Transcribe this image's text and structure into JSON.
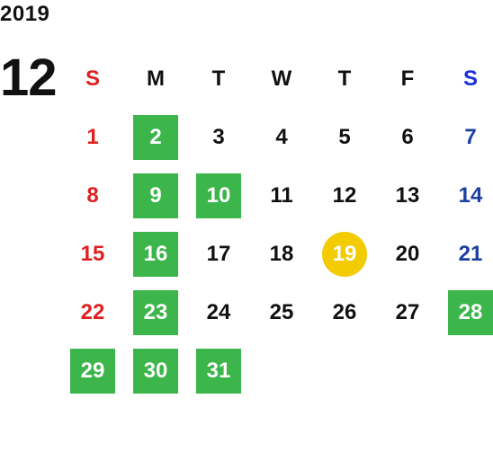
{
  "calendar": {
    "year": "2019",
    "month": "12",
    "weekdays": [
      "S",
      "M",
      "T",
      "W",
      "T",
      "F",
      "S"
    ],
    "days": {
      "d1": "1",
      "d2": "2",
      "d3": "3",
      "d4": "4",
      "d5": "5",
      "d6": "6",
      "d7": "7",
      "d8": "8",
      "d9": "9",
      "d10": "10",
      "d11": "11",
      "d12": "12",
      "d13": "13",
      "d14": "14",
      "d15": "15",
      "d16": "16",
      "d17": "17",
      "d18": "18",
      "d19": "19",
      "d20": "20",
      "d21": "21",
      "d22": "22",
      "d23": "23",
      "d24": "24",
      "d25": "25",
      "d26": "26",
      "d27": "27",
      "d28": "28",
      "d29": "29",
      "d30": "30",
      "d31": "31"
    },
    "colors": {
      "sunday": "#e02020",
      "saturday": "#1a3fa0",
      "highlight_box": "#3cb54a",
      "today_circle": "#f2cc00"
    }
  }
}
